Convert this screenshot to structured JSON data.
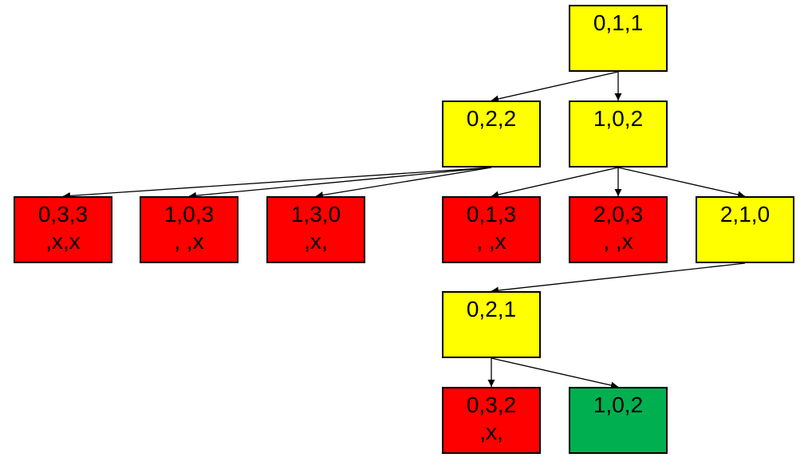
{
  "colors": {
    "ok": "#ffff00",
    "invalid": "#ff0000",
    "goal": "#00b050",
    "stroke": "#000000"
  },
  "nodes": [
    {
      "id": "n0",
      "lines": [
        "0,1,1"
      ],
      "status": "ok"
    },
    {
      "id": "n1",
      "lines": [
        "0,2,2"
      ],
      "status": "ok"
    },
    {
      "id": "n2",
      "lines": [
        "1,0,2"
      ],
      "status": "ok"
    },
    {
      "id": "n3",
      "lines": [
        "0,3,3",
        ",x,x"
      ],
      "status": "invalid"
    },
    {
      "id": "n4",
      "lines": [
        "1,0,3",
        ", ,x"
      ],
      "status": "invalid"
    },
    {
      "id": "n5",
      "lines": [
        "1,3,0",
        ",x,"
      ],
      "status": "invalid"
    },
    {
      "id": "n6",
      "lines": [
        "0,1,3",
        ", ,x"
      ],
      "status": "invalid"
    },
    {
      "id": "n7",
      "lines": [
        "2,0,3",
        ", ,x"
      ],
      "status": "invalid"
    },
    {
      "id": "n8",
      "lines": [
        "2,1,0"
      ],
      "status": "ok"
    },
    {
      "id": "n9",
      "lines": [
        "0,2,1"
      ],
      "status": "ok"
    },
    {
      "id": "n10",
      "lines": [
        "0,3,2",
        ",x,"
      ],
      "status": "invalid"
    },
    {
      "id": "n11",
      "lines": [
        "1,0,2"
      ],
      "status": "goal"
    }
  ],
  "edges": [
    {
      "from": "n0",
      "to": "n1"
    },
    {
      "from": "n0",
      "to": "n2"
    },
    {
      "from": "n1",
      "to": "n3"
    },
    {
      "from": "n1",
      "to": "n4"
    },
    {
      "from": "n1",
      "to": "n5"
    },
    {
      "from": "n2",
      "to": "n6"
    },
    {
      "from": "n2",
      "to": "n7"
    },
    {
      "from": "n2",
      "to": "n8"
    },
    {
      "from": "n8",
      "to": "n9"
    },
    {
      "from": "n9",
      "to": "n10"
    },
    {
      "from": "n9",
      "to": "n11"
    }
  ]
}
